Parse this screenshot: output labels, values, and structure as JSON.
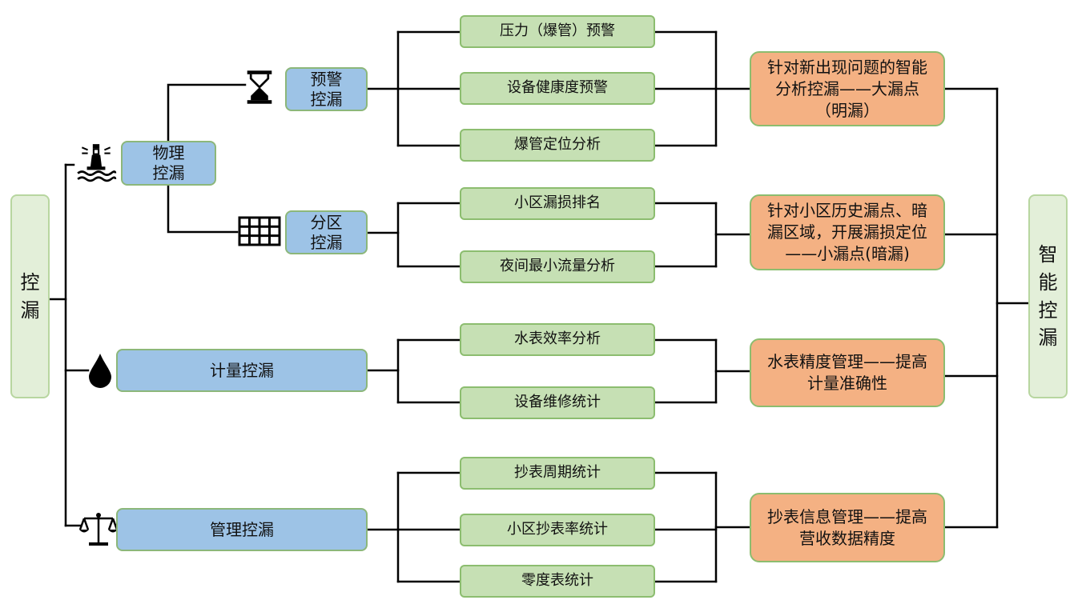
{
  "root": {
    "label": "控漏"
  },
  "goal": {
    "label": "智能控漏"
  },
  "categories": {
    "physical": "物理控漏",
    "early_warning": "预警控漏",
    "zoning": "分区控漏",
    "metering": "计量控漏",
    "management": "管理控漏"
  },
  "tasks": {
    "pressure_warning": "压力（爆管）预警",
    "equipment_health": "设备健康度预警",
    "burst_location": "爆管定位分析",
    "district_ranking": "小区漏损排名",
    "night_flow": "夜间最小流量分析",
    "meter_efficiency": "水表效率分析",
    "equipment_repair": "设备维修统计",
    "reading_cycle": "抄表周期统计",
    "district_reading_rate": "小区抄表率统计",
    "zero_reading": "零度表统计"
  },
  "outcomes": {
    "big_leak": "针对新出现问题的智能分析控漏——大漏点（明漏）",
    "small_leak": "针对小区历史漏点、暗漏区域，开展漏损定位——小漏点(暗漏)",
    "meter_accuracy": "水表精度管理——提高计量准确性",
    "reading_management": "抄表信息管理——提高营收数据精度"
  },
  "icons": {
    "physical": "lighthouse-icon",
    "early_warning": "hourglass-icon",
    "zoning": "grid-icon",
    "metering": "water-drop-icon",
    "management": "scale-icon"
  },
  "colors": {
    "root": "#e3efd9",
    "category": "#9dc3e6",
    "task": "#c6e0b4",
    "outcome": "#f4b183",
    "connector": "#000000"
  }
}
